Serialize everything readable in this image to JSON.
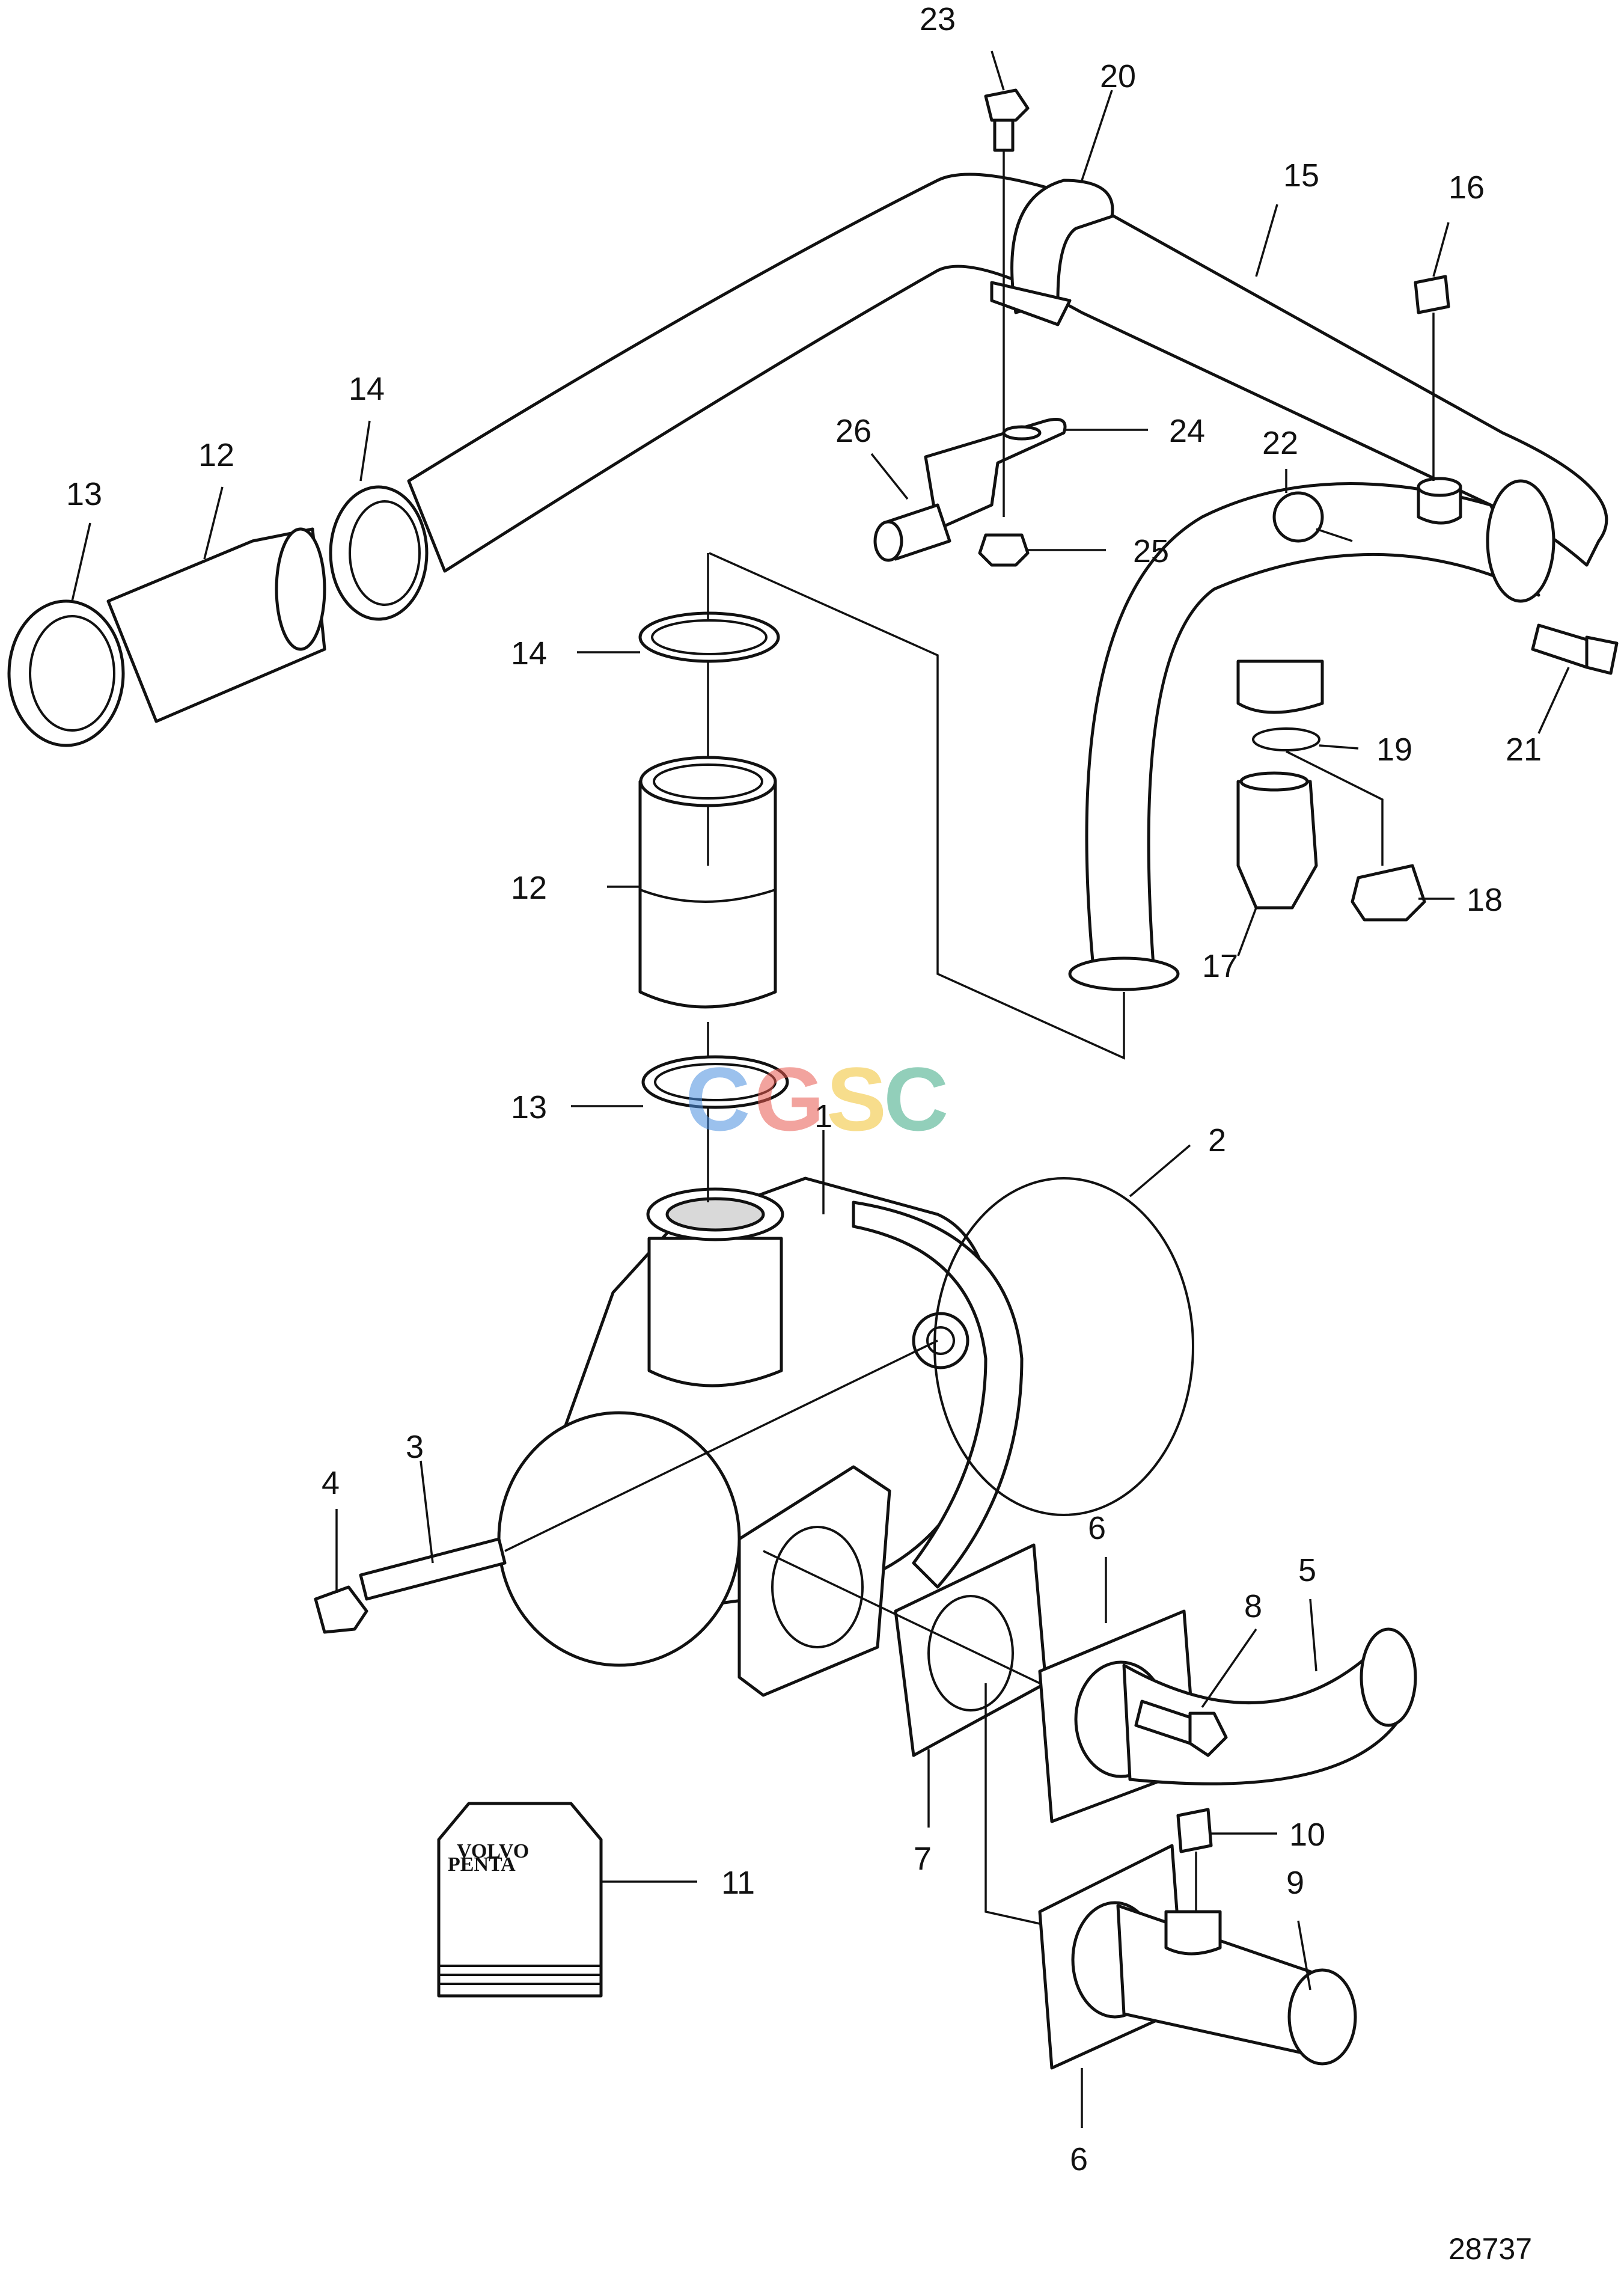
{
  "diagram": {
    "drawing_number": "28737",
    "watermark": {
      "letters": [
        "C",
        "G",
        "S",
        "C"
      ],
      "colors": [
        "#4a8fe0",
        "#e8594f",
        "#f2c230",
        "#3aa883"
      ]
    },
    "kit_label": {
      "line1": "VOLVO",
      "line2": "PENTA"
    },
    "callouts": [
      {
        "id": "c23",
        "text": "23"
      },
      {
        "id": "c20",
        "text": "20"
      },
      {
        "id": "c15",
        "text": "15"
      },
      {
        "id": "c16",
        "text": "16"
      },
      {
        "id": "c14a",
        "text": "14"
      },
      {
        "id": "c12a",
        "text": "12"
      },
      {
        "id": "c13a",
        "text": "13"
      },
      {
        "id": "c26",
        "text": "26"
      },
      {
        "id": "c24",
        "text": "24"
      },
      {
        "id": "c22",
        "text": "22"
      },
      {
        "id": "c25",
        "text": "25"
      },
      {
        "id": "c14b",
        "text": "14"
      },
      {
        "id": "c19",
        "text": "19"
      },
      {
        "id": "c21",
        "text": "21"
      },
      {
        "id": "c12b",
        "text": "12"
      },
      {
        "id": "c18",
        "text": "18"
      },
      {
        "id": "c17",
        "text": "17"
      },
      {
        "id": "c13b",
        "text": "13"
      },
      {
        "id": "c1",
        "text": "1"
      },
      {
        "id": "c2",
        "text": "2"
      },
      {
        "id": "c3",
        "text": "3"
      },
      {
        "id": "c4",
        "text": "4"
      },
      {
        "id": "c6a",
        "text": "6"
      },
      {
        "id": "c5",
        "text": "5"
      },
      {
        "id": "c8",
        "text": "8"
      },
      {
        "id": "c10",
        "text": "10"
      },
      {
        "id": "c11",
        "text": "11"
      },
      {
        "id": "c7",
        "text": "7"
      },
      {
        "id": "c9",
        "text": "9"
      },
      {
        "id": "c6b",
        "text": "6"
      }
    ]
  }
}
